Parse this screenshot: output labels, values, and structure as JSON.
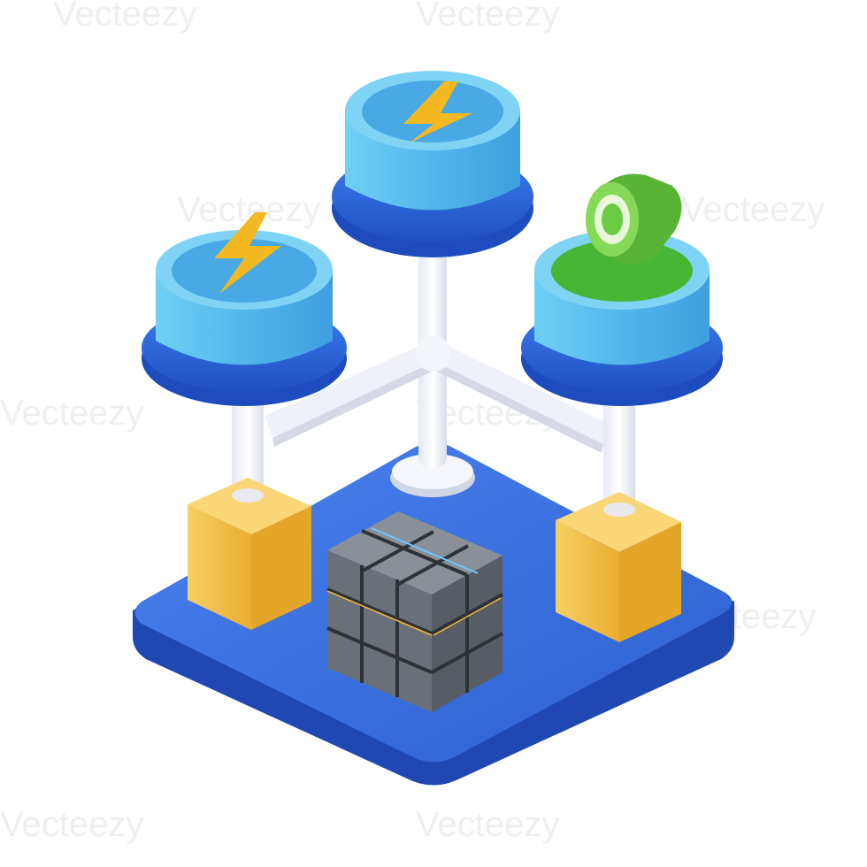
{
  "watermark": {
    "text": "Vecteezy"
  },
  "colors": {
    "base_blue": "#2f63d6",
    "platform_blue": "#3b73e6",
    "cup_light_blue": "#5cc0ee",
    "cup_ring_blue": "#2e64d8",
    "support_yellow": "#f2c24a",
    "bolt_yellow": "#f4b823",
    "pipe_white": "#f0f2f8",
    "cube_gray": "#6f767f",
    "toggle_green": "#6bcb43"
  },
  "icons": [
    "isometric-platform",
    "energy-cup-left-icon",
    "energy-cup-center-icon",
    "switch-cup-right-icon",
    "lightning-bolt-icon",
    "toggle-switch-icon",
    "rubik-cube-icon",
    "yellow-support-block",
    "white-pipe-connector"
  ]
}
